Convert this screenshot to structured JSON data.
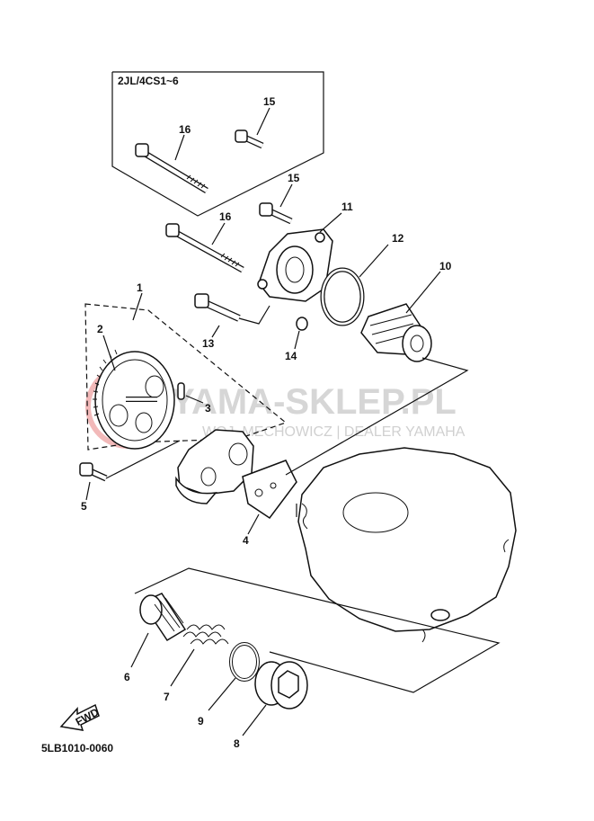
{
  "diagram": {
    "group_label": "2JL/4CS1~6",
    "ref_code": "5LB1010-0060",
    "fwd_text": "FWD",
    "watermark": {
      "title": "YAMA-SKLEP.PL",
      "subtitle": "WOJ. MECHOWICZ | DEALER YAMAHA"
    },
    "callouts": [
      "1",
      "2",
      "3",
      "4",
      "5",
      "6",
      "7",
      "8",
      "9",
      "10",
      "11",
      "12",
      "13",
      "14",
      "15",
      "15",
      "16",
      "16"
    ]
  }
}
